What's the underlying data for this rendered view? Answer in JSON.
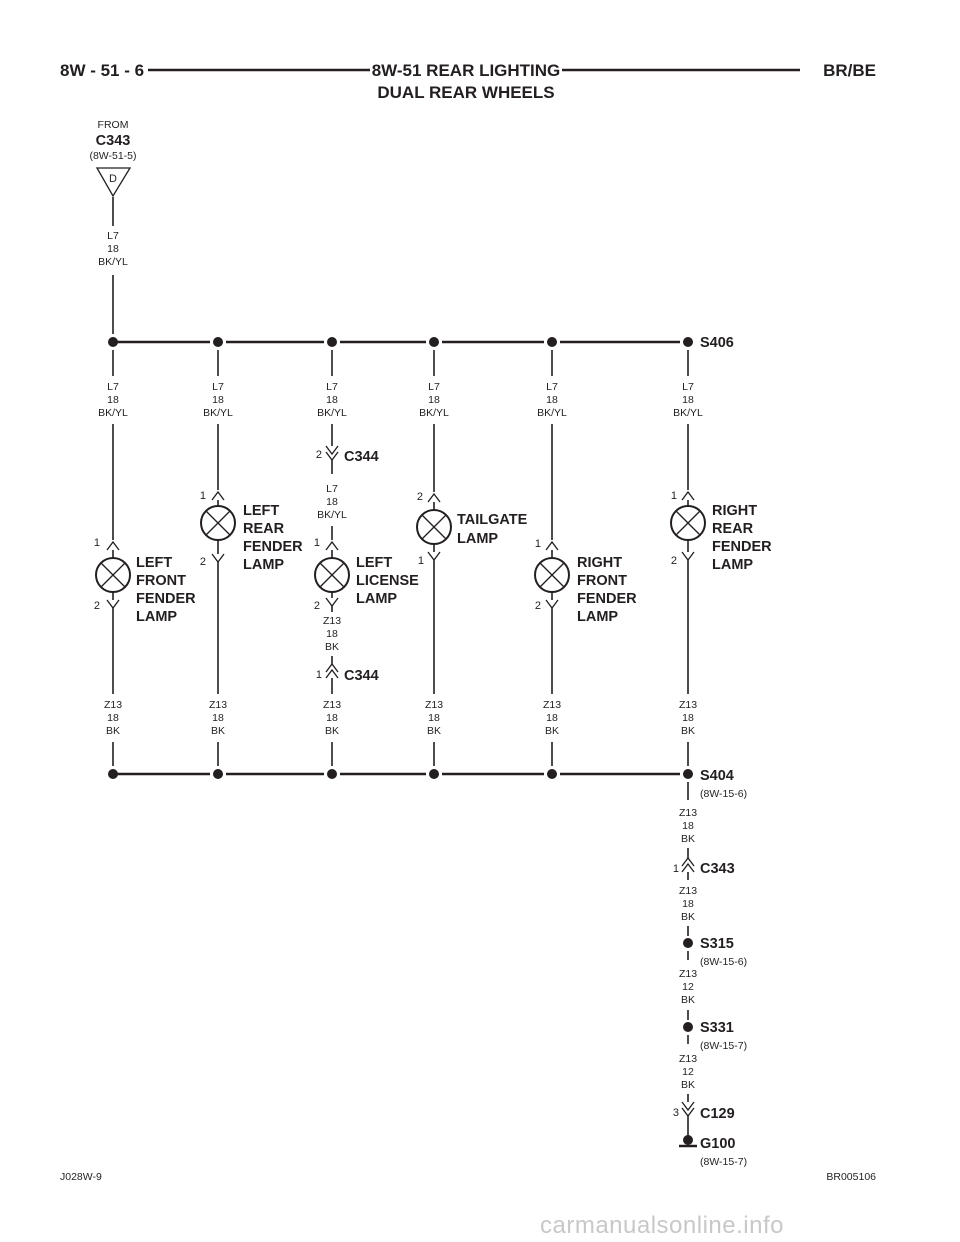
{
  "header": {
    "page_number": "8W - 51 - 6",
    "title_line1": "8W-51 REAR LIGHTING",
    "title_line2": "DUAL REAR WHEELS",
    "model": "BR/BE"
  },
  "source": {
    "from_label": "FROM",
    "connector": "C343",
    "reference": "(8W-51-5)",
    "pin": "D",
    "wire": [
      "L7",
      "18",
      "BK/YL"
    ]
  },
  "splices": {
    "top": "S406",
    "bottom": "S404",
    "bottom_ref": "(8W-15-6)"
  },
  "branches": [
    {
      "wire_top": [
        "L7",
        "18",
        "BK/YL"
      ],
      "lamp": [
        "LEFT",
        "FRONT",
        "FENDER",
        "LAMP"
      ],
      "pin_top": "1",
      "pin_bottom": "2",
      "wire_bottom": [
        "Z13",
        "18",
        "BK"
      ]
    },
    {
      "wire_top": [
        "L7",
        "18",
        "BK/YL"
      ],
      "lamp": [
        "LEFT",
        "REAR",
        "FENDER",
        "LAMP"
      ],
      "pin_top": "1",
      "pin_bottom": "2",
      "wire_bottom": [
        "Z13",
        "18",
        "BK"
      ]
    },
    {
      "wire_top": [
        "L7",
        "18",
        "BK/YL"
      ],
      "lamp": [
        "LEFT",
        "LICENSE",
        "LAMP"
      ],
      "pin_top": "1",
      "pin_bottom": "2",
      "wire_bottom": [
        "Z13",
        "18",
        "BK"
      ],
      "connector_top": {
        "name": "C344",
        "pin": "2"
      },
      "wire_mid": [
        "L7",
        "18",
        "BK/YL"
      ],
      "wire_after_lamp": [
        "Z13",
        "18",
        "BK"
      ],
      "connector_bottom": {
        "name": "C344",
        "pin": "1"
      }
    },
    {
      "wire_top": [
        "L7",
        "18",
        "BK/YL"
      ],
      "lamp": [
        "TAILGATE",
        "LAMP"
      ],
      "pin_top": "2",
      "pin_bottom": "1",
      "wire_bottom": [
        "Z13",
        "18",
        "BK"
      ]
    },
    {
      "wire_top": [
        "L7",
        "18",
        "BK/YL"
      ],
      "lamp": [
        "RIGHT",
        "FRONT",
        "FENDER",
        "LAMP"
      ],
      "pin_top": "1",
      "pin_bottom": "2",
      "wire_bottom": [
        "Z13",
        "18",
        "BK"
      ]
    },
    {
      "wire_top": [
        "L7",
        "18",
        "BK/YL"
      ],
      "lamp": [
        "RIGHT",
        "REAR",
        "FENDER",
        "LAMP"
      ],
      "pin_top": "1",
      "pin_bottom": "2",
      "wire_bottom": [
        "Z13",
        "18",
        "BK"
      ]
    }
  ],
  "ground_path": {
    "wire1": [
      "Z13",
      "18",
      "BK"
    ],
    "c343": {
      "name": "C343",
      "pin": "1"
    },
    "wire2": [
      "Z13",
      "18",
      "BK"
    ],
    "s315": {
      "name": "S315",
      "ref": "(8W-15-6)"
    },
    "wire3": [
      "Z13",
      "12",
      "BK"
    ],
    "s331": {
      "name": "S331",
      "ref": "(8W-15-7)"
    },
    "wire4": [
      "Z13",
      "12",
      "BK"
    ],
    "c129": {
      "name": "C129",
      "pin": "3"
    },
    "g100": {
      "name": "G100",
      "ref": "(8W-15-7)"
    }
  },
  "footer": {
    "left_code": "J028W-9",
    "right_code": "BR005106",
    "watermark": "carmanualsonline.info"
  }
}
